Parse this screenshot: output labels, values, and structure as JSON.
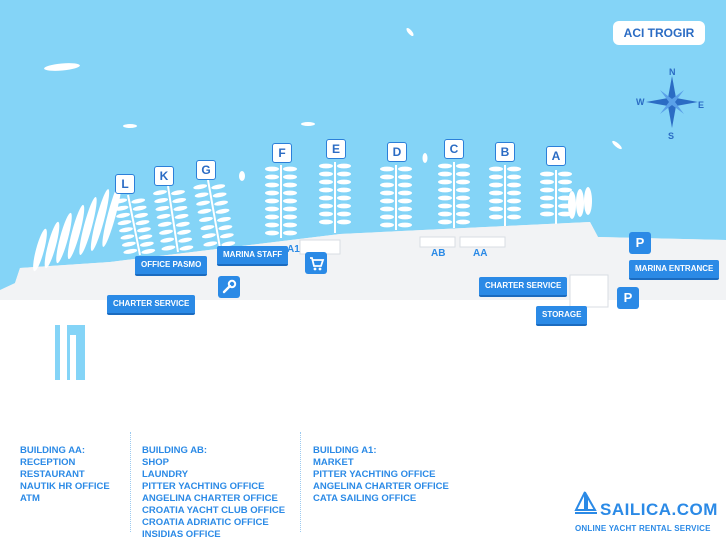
{
  "title": "ACI TROGIR",
  "compass": {
    "n": "N",
    "e": "E",
    "s": "S",
    "w": "W"
  },
  "piers": [
    "L",
    "K",
    "G",
    "F",
    "E",
    "D",
    "C",
    "B",
    "A"
  ],
  "labels": {
    "office_pasmo": "OFFICE PASMO",
    "marina_staff": "MARINA STAFF",
    "charter_service_left": "CHARTER SERVICE",
    "charter_service_right": "CHARTER SERVICE",
    "storage": "STORAGE",
    "marina_entrance": "MARINA ENTRANCE",
    "a1": "A1",
    "ab": "AB",
    "aa": "AA",
    "parking": "P"
  },
  "icons": {
    "shop": "cart-icon",
    "service": "wrench-icon",
    "parking": "parking-icon"
  },
  "legend": {
    "aa": {
      "title": "BUILDING AA:",
      "items": [
        "RECEPTION",
        "RESTAURANT",
        "NAUTIK HR OFFICE",
        "ATM"
      ]
    },
    "ab": {
      "title": "BUILDING AB:",
      "items": [
        "SHOP",
        "LAUNDRY",
        "PITTER YACHTING OFFICE",
        "ANGELINA CHARTER OFFICE",
        "CROATIA YACHT CLUB OFFICE",
        "CROATIA ADRIATIC OFFICE",
        "INSIDIAS OFFICE"
      ]
    },
    "a1": {
      "title": "BUILDING A1:",
      "items": [
        "MARKET",
        "PITTER YACHTING OFFICE",
        "ANGELINA CHARTER OFFICE",
        "CATA SAILING OFFICE"
      ]
    }
  },
  "brand": {
    "name": "SAILICA.COM",
    "tagline": "ONLINE YACHT RENTAL SERVICE"
  },
  "colors": {
    "water": "#84d4f7",
    "accent": "#2b8ae6",
    "land": "#f2f3f5",
    "boat": "#ffffff"
  }
}
